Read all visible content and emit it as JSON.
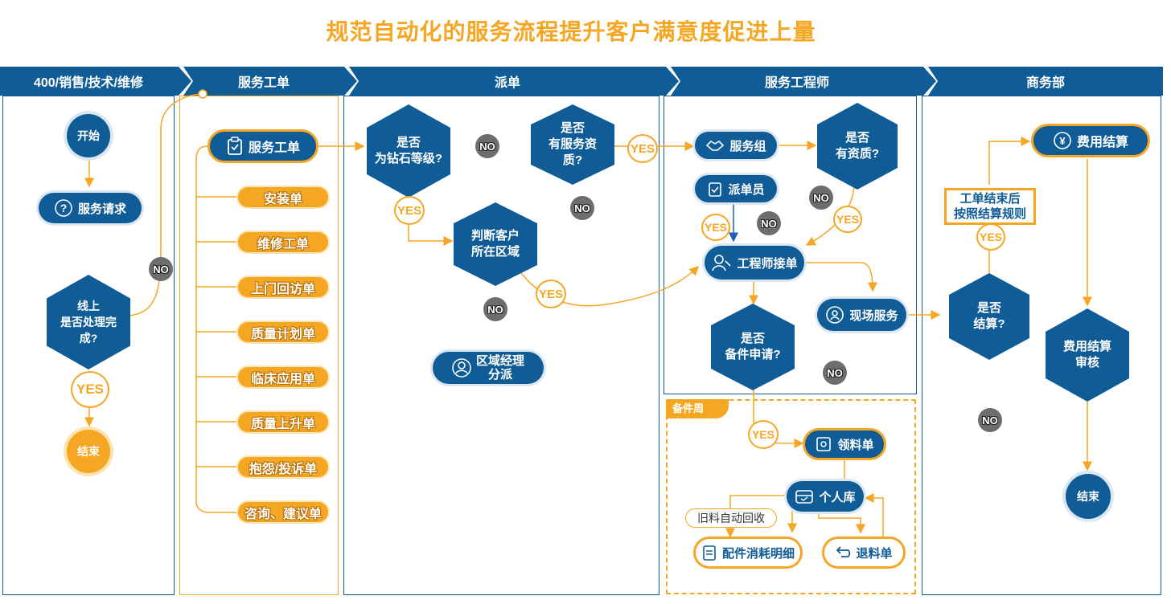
{
  "title": "规范自动化的服务流程提升客户满意度促进上量",
  "lanes": [
    "400/销售/技术/维修",
    "服务工单",
    "派单",
    "服务工程师",
    "商务部"
  ],
  "lane1": {
    "start": "开始",
    "request": "服务请求",
    "decision": "线上\n是否处理完\n成?",
    "end": "结束"
  },
  "lane2": {
    "main": "服务工单",
    "items": [
      "安装单",
      "维修工单",
      "上门回访单",
      "质量计划单",
      "临床应用单",
      "质量上升单",
      "抱怨/投诉单",
      "咨询、建议单"
    ]
  },
  "lane3": {
    "diamond": "是否\n为钻石等级?",
    "qualify": "是否\n有服务资\n质?",
    "region": "判断客户\n所在区域",
    "manager": "区域经理\n分派"
  },
  "lane4": {
    "group": "服务组",
    "dispatcher": "派单员",
    "hasQual": "是否\n有资质?",
    "engineer": "工程师接单",
    "spare": "是否\n备件申请?",
    "onsite": "现场服务",
    "subtitle": "备件周",
    "pick": "领料单",
    "personal": "个人库",
    "recycle": "旧料自动回收",
    "consume": "配件消耗明细",
    "returns": "退料单"
  },
  "lane5": {
    "fee": "费用结算",
    "note": "工单结束后\n按照结算规则",
    "settle": "是否\n结算?",
    "audit": "费用结算\n审核",
    "end": "结束"
  },
  "labels": {
    "yes": "YES",
    "no": "NO"
  },
  "colors": {
    "primary": "#0F5C96",
    "accent": "#F5A623",
    "no": "#6d6d6d"
  }
}
